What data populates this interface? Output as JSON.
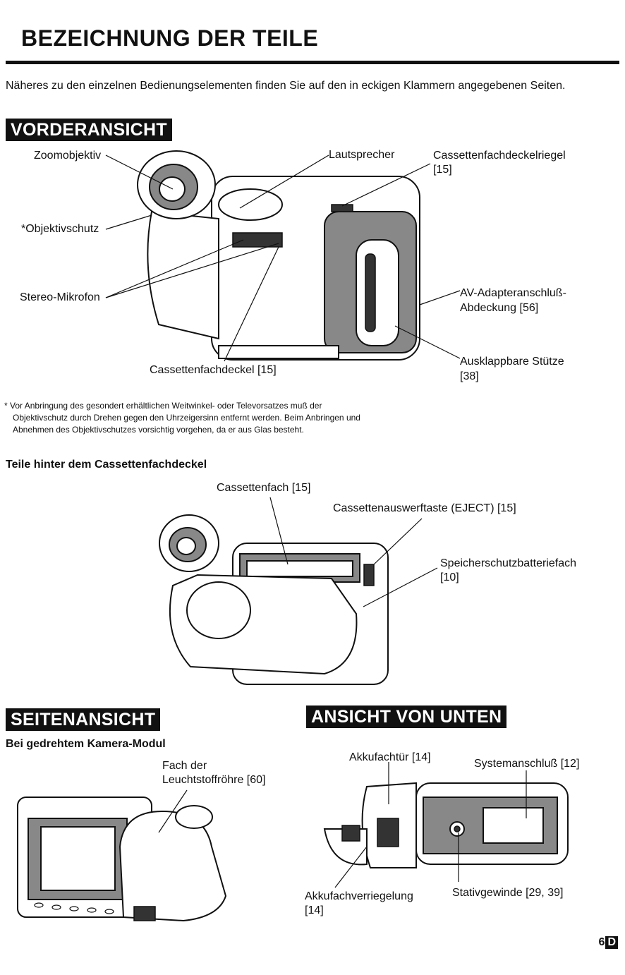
{
  "page": {
    "title": "BEZEICHNUNG DER TEILE",
    "intro": "Näheres zu den einzelnen Bedienungselementen finden Sie auf den in eckigen Klammern angegebenen Seiten.",
    "page_number": "6",
    "page_badge": "D"
  },
  "front": {
    "heading": "VORDERANSICHT",
    "labels": {
      "zoom": "Zoomobjektiv",
      "lens_cap": "*Objektivschutz",
      "mic": "Stereo-Mikrofon",
      "speaker": "Lautsprecher",
      "latch_1": "Cassettenfachdeckelriegel",
      "latch_2": "[15]",
      "av_1": "AV-Adapteranschluß-",
      "av_2": "Abdeckung [56]",
      "stand_1": "Ausklappbare Stütze",
      "stand_2": "[38]",
      "cover": "Cassettenfachdeckel [15]"
    },
    "note_1": "* Vor Anbringung des gesondert erhältlichen Weitwinkel- oder Televorsatzes muß der",
    "note_2": "Objektivschutz durch Drehen gegen den Uhrzeigersinn entfernt werden. Beim Anbringen und",
    "note_3": "Abnehmen des Objektivschutzes vorsichtig vorgehen, da er aus Glas besteht."
  },
  "behind": {
    "heading": "Teile hinter dem Cassettenfachdeckel",
    "labels": {
      "compartment": "Cassettenfach [15]",
      "eject": "Cassettenauswerftaste (EJECT) [15]",
      "battery_1": "Speicherschutzbatteriefach",
      "battery_2": "[10]"
    }
  },
  "side": {
    "heading": "SEITENANSICHT",
    "subheading": "Bei gedrehtem Kamera-Modul",
    "labels": {
      "tube_1": "Fach der",
      "tube_2": "Leuchtstoffröhre [60]"
    }
  },
  "bottom": {
    "heading": "ANSICHT VON UNTEN",
    "labels": {
      "door": "Akkufachtür [14]",
      "system": "Systemanschluß [12]",
      "lock_1": "Akkufachverriegelung",
      "lock_2": "[14]",
      "tripod": "Stativgewinde [29, 39]"
    }
  }
}
